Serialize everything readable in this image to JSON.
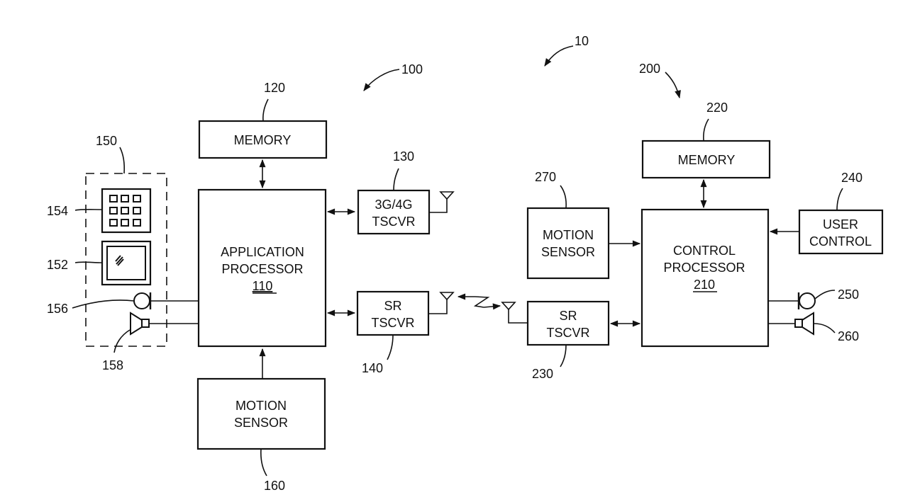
{
  "figure": {
    "system_ref": "10",
    "devices": [
      {
        "ref": "100",
        "name": "mobile-device"
      },
      {
        "ref": "200",
        "name": "controller-device"
      }
    ]
  },
  "blocks": {
    "memory_120": {
      "lines": [
        "MEMORY"
      ],
      "ref": "120"
    },
    "app_proc_110": {
      "lines": [
        "APPLICATION",
        "PROCESSOR"
      ],
      "num": "110"
    },
    "tscvr_130": {
      "lines": [
        "3G/4G",
        "TSCVR"
      ],
      "ref": "130"
    },
    "sr_tscvr_140": {
      "lines": [
        "SR",
        "TSCVR"
      ],
      "ref": "140"
    },
    "motion_160": {
      "lines": [
        "MOTION",
        "SENSOR"
      ],
      "ref": "160"
    },
    "ui_group_150": {
      "ref": "150"
    },
    "keypad_154": {
      "ref": "154"
    },
    "display_152": {
      "ref": "152"
    },
    "mic_156": {
      "ref": "156"
    },
    "speaker_158": {
      "ref": "158"
    },
    "memory_220": {
      "lines": [
        "MEMORY"
      ],
      "ref": "220"
    },
    "ctrl_proc_210": {
      "lines": [
        "CONTROL",
        "PROCESSOR"
      ],
      "num": "210"
    },
    "sr_tscvr_230": {
      "lines": [
        "SR",
        "TSCVR"
      ],
      "ref": "230"
    },
    "user_ctrl_240": {
      "lines": [
        "USER",
        "CONTROL"
      ],
      "ref": "240"
    },
    "mic_250": {
      "ref": "250"
    },
    "speaker_260": {
      "ref": "260"
    },
    "motion_270": {
      "lines": [
        "MOTION",
        "SENSOR"
      ],
      "ref": "270"
    }
  },
  "connections": [
    {
      "from": "memory_120",
      "to": "app_proc_110",
      "type": "bidirectional"
    },
    {
      "from": "app_proc_110",
      "to": "tscvr_130",
      "type": "bidirectional"
    },
    {
      "from": "app_proc_110",
      "to": "sr_tscvr_140",
      "type": "bidirectional"
    },
    {
      "from": "motion_160",
      "to": "app_proc_110",
      "type": "unidirectional"
    },
    {
      "from": "mic_156",
      "to": "app_proc_110",
      "type": "line"
    },
    {
      "from": "speaker_158",
      "to": "app_proc_110",
      "type": "line"
    },
    {
      "from": "sr_tscvr_140",
      "to": "sr_tscvr_230",
      "type": "wireless"
    },
    {
      "from": "memory_220",
      "to": "ctrl_proc_210",
      "type": "bidirectional"
    },
    {
      "from": "motion_270",
      "to": "ctrl_proc_210",
      "type": "unidirectional"
    },
    {
      "from": "user_ctrl_240",
      "to": "ctrl_proc_210",
      "type": "unidirectional"
    },
    {
      "from": "sr_tscvr_230",
      "to": "ctrl_proc_210",
      "type": "bidirectional"
    },
    {
      "from": "mic_250",
      "to": "ctrl_proc_210",
      "type": "line"
    },
    {
      "from": "speaker_260",
      "to": "ctrl_proc_210",
      "type": "line"
    }
  ]
}
